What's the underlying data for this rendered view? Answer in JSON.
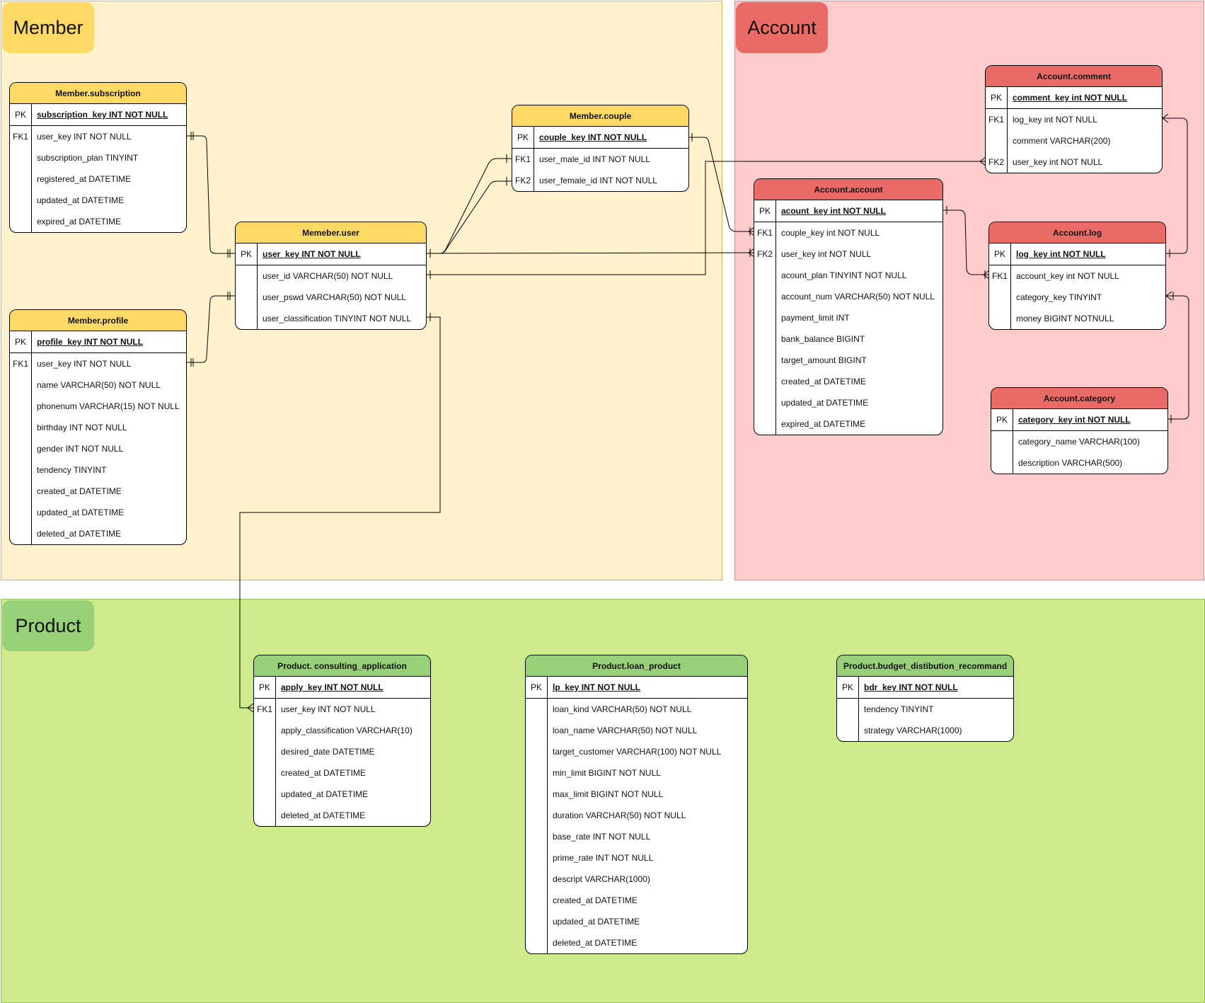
{
  "groups": {
    "member": "Member",
    "account": "Account",
    "product": "Product"
  },
  "entities": [
    {
      "id": "member-subscription",
      "title": "Member.subscription",
      "pk": "subscription_key INT NOT NULL",
      "rows": [
        {
          "key": "FK1",
          "field": "user_key INT NOT NULL"
        },
        {
          "key": "",
          "field": "subscription_plan TINYINT"
        },
        {
          "key": "",
          "field": "registered_at DATETIME"
        },
        {
          "key": "",
          "field": "updated_at DATETIME"
        },
        {
          "key": "",
          "field": "expired_at DATETIME"
        }
      ]
    },
    {
      "id": "member-profile",
      "title": "Member.profile",
      "pk": "profile_key INT NOT NULL",
      "rows": [
        {
          "key": "FK1",
          "field": "user_key INT NOT NULL"
        },
        {
          "key": "",
          "field": "name VARCHAR(50) NOT NULL"
        },
        {
          "key": "",
          "field": "phonenum VARCHAR(15) NOT NULL"
        },
        {
          "key": "",
          "field": "birthday INT NOT NULL"
        },
        {
          "key": "",
          "field": "gender INT NOT NULL"
        },
        {
          "key": "",
          "field": "tendency TINYINT"
        },
        {
          "key": "",
          "field": "created_at DATETIME"
        },
        {
          "key": "",
          "field": "updated_at DATETIME"
        },
        {
          "key": "",
          "field": "deleted_at DATETIME"
        }
      ]
    },
    {
      "id": "member-user",
      "title": "Memeber.user",
      "pk": "user_key INT NOT NULL",
      "rows": [
        {
          "key": "",
          "field": "user_id VARCHAR(50) NOT NULL"
        },
        {
          "key": "",
          "field": "user_pswd VARCHAR(50) NOT NULL"
        },
        {
          "key": "",
          "field": "user_classification TINYINT NOT NULL"
        }
      ]
    },
    {
      "id": "member-couple",
      "title": "Member.couple",
      "pk": "couple_key INT NOT NULL",
      "rows": [
        {
          "key": "FK1",
          "field": "user_male_id INT NOT NULL"
        },
        {
          "key": "FK2",
          "field": "user_female_id INT NOT NULL"
        }
      ]
    },
    {
      "id": "account-comment",
      "title": "Account.comment",
      "pk": "comment_key int NOT NULL",
      "rows": [
        {
          "key": "FK1",
          "field": "log_key int NOT NULL"
        },
        {
          "key": "",
          "field": "comment VARCHAR(200)"
        },
        {
          "key": "FK2",
          "field": "user_key int NOT NULL"
        }
      ]
    },
    {
      "id": "account-account",
      "title": "Account.account",
      "pk": "acount_key int NOT NULL",
      "rows": [
        {
          "key": "FK1",
          "field": "couple_key int NOT NULL"
        },
        {
          "key": "FK2",
          "field": "user_key int NOT NULL"
        },
        {
          "key": "",
          "field": "acount_plan TINYINT NOT NULL"
        },
        {
          "key": "",
          "field": "account_num VARCHAR(50) NOT NULL"
        },
        {
          "key": "",
          "field": "payment_limit INT"
        },
        {
          "key": "",
          "field": "bank_balance BIGINT"
        },
        {
          "key": "",
          "field": "target_amount BIGINT"
        },
        {
          "key": "",
          "field": "created_at DATETIME"
        },
        {
          "key": "",
          "field": "updated_at DATETIME"
        },
        {
          "key": "",
          "field": "expired_at DATETIME"
        }
      ]
    },
    {
      "id": "account-log",
      "title": "Account.log",
      "pk": "log_key int NOT NULL",
      "rows": [
        {
          "key": "FK1",
          "field": "account_key int NOT NULL"
        },
        {
          "key": "",
          "field": "category_key TINYINT"
        },
        {
          "key": "",
          "field": "money BIGINT NOTNULL"
        }
      ]
    },
    {
      "id": "account-category",
      "title": "Account.category",
      "pk": "category_key int NOT NULL",
      "rows": [
        {
          "key": "",
          "field": "category_name VARCHAR(100)"
        },
        {
          "key": "",
          "field": "description VARCHAR(500)"
        }
      ]
    },
    {
      "id": "product-consulting-application",
      "title": "Product. consulting_application",
      "pk": "apply_key INT NOT NULL",
      "rows": [
        {
          "key": "FK1",
          "field": "user_key INT NOT NULL"
        },
        {
          "key": "",
          "field": "apply_classification VARCHAR(10)"
        },
        {
          "key": "",
          "field": "desired_date DATETIME"
        },
        {
          "key": "",
          "field": "created_at DATETIME"
        },
        {
          "key": "",
          "field": "updated_at DATETIME"
        },
        {
          "key": "",
          "field": "deleted_at DATETIME"
        }
      ]
    },
    {
      "id": "product-loan-product",
      "title": "Product.loan_product",
      "pk": "lp_key INT NOT NULL",
      "rows": [
        {
          "key": "",
          "field": "loan_kind VARCHAR(50) NOT NULL"
        },
        {
          "key": "",
          "field": "loan_name VARCHAR(50) NOT NULL"
        },
        {
          "key": "",
          "field": "target_customer VARCHAR(100) NOT NULL"
        },
        {
          "key": "",
          "field": "min_limit BIGINT NOT NULL"
        },
        {
          "key": "",
          "field": "max_limit BIGINT NOT NULL"
        },
        {
          "key": "",
          "field": "duration VARCHAR(50) NOT NULL"
        },
        {
          "key": "",
          "field": "base_rate INT NOT NULL"
        },
        {
          "key": "",
          "field": "prime_rate INT NOT NULL"
        },
        {
          "key": "",
          "field": "descript VARCHAR(1000)"
        },
        {
          "key": "",
          "field": "created_at DATETIME"
        },
        {
          "key": "",
          "field": "updated_at DATETIME"
        },
        {
          "key": "",
          "field": "deleted_at DATETIME"
        }
      ]
    },
    {
      "id": "product-budget-distibution-recommand",
      "title": "Product.budget_distibution_recommand",
      "pk": "bdr_key INT NOT NULL",
      "rows": [
        {
          "key": "",
          "field": "tendency TINYINT"
        },
        {
          "key": "",
          "field": "strategy VARCHAR(1000)"
        }
      ]
    }
  ]
}
